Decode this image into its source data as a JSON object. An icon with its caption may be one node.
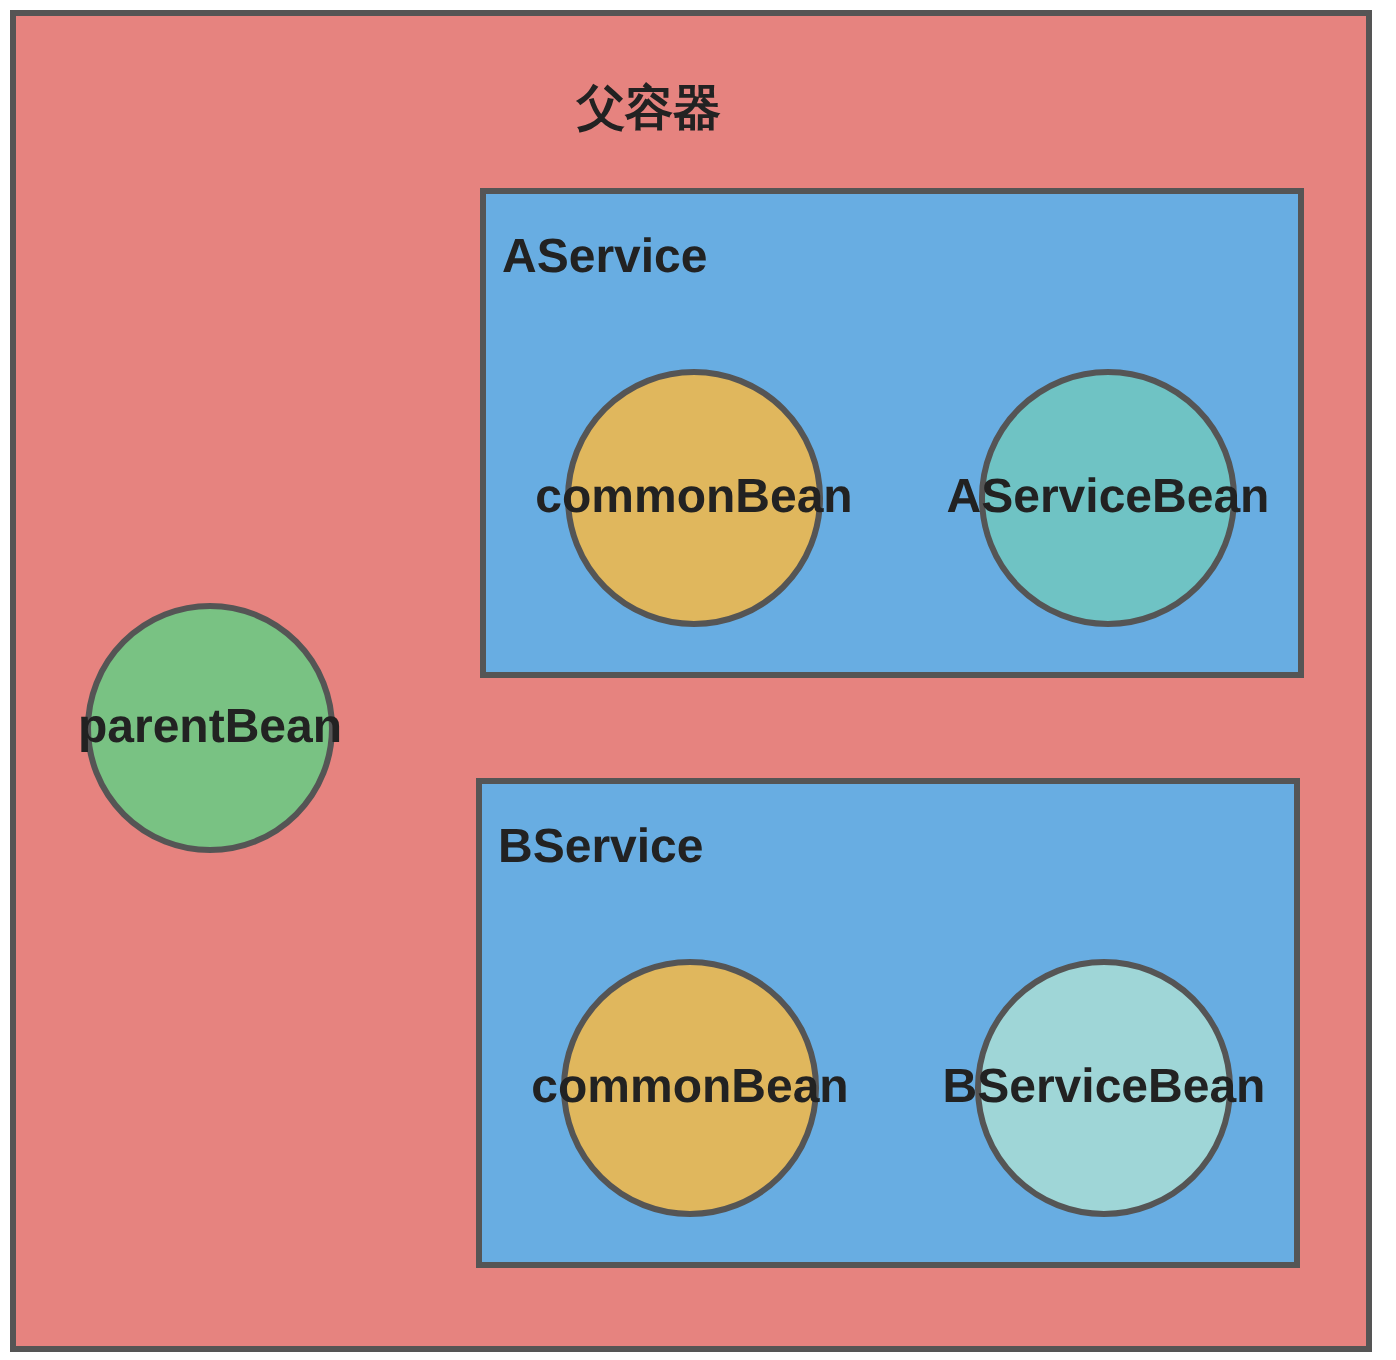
{
  "diagram": {
    "nodes": [
      {
        "text": [
          "父容器"
        ]
      },
      {
        "text": [
          "AService"
        ],
        "in": 0
      },
      {
        "text": [
          "commonBean"
        ],
        "in": 1
      },
      {
        "text": [
          "AServiceBean"
        ],
        "in": 1
      },
      {
        "text": [
          "parentBean"
        ],
        "in": 0
      },
      {
        "text": [
          "BService"
        ],
        "in": 0
      },
      {
        "text": [
          "commonBean"
        ],
        "in": 5
      },
      {
        "text": [
          "BServiceBean"
        ],
        "in": 5
      }
    ],
    "edges": []
  }
}
